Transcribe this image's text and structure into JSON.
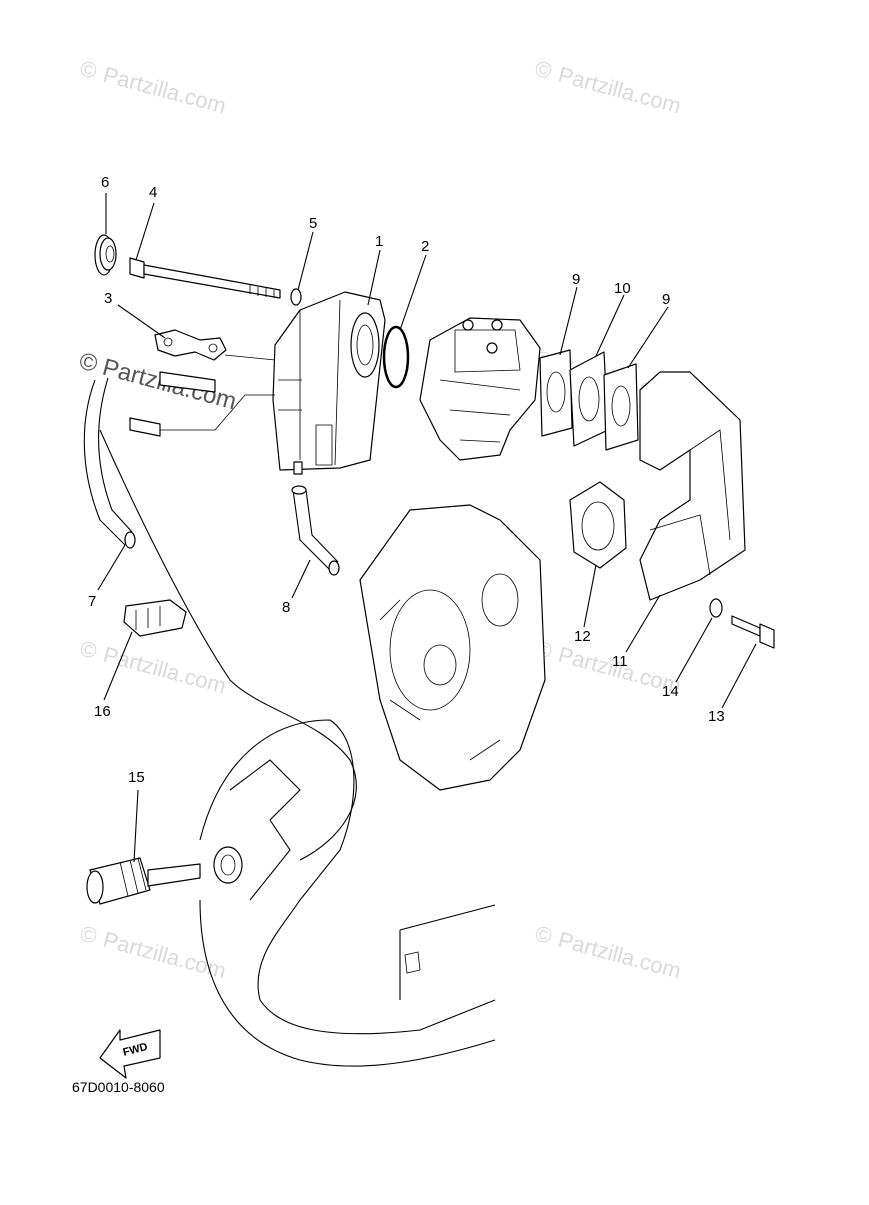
{
  "diagram_code": "67D0010-8060",
  "watermark_text": "Partzilla.com",
  "watermark_copyright": "©",
  "fwd_label": "FWD",
  "callouts": [
    "1",
    "2",
    "3",
    "4",
    "5",
    "6",
    "7",
    "8",
    "9",
    "10",
    "9",
    "11",
    "12",
    "13",
    "14",
    "15",
    "16"
  ],
  "colors": {
    "line": "#000000",
    "watermark": "#d9d9d9",
    "background": "#ffffff"
  }
}
